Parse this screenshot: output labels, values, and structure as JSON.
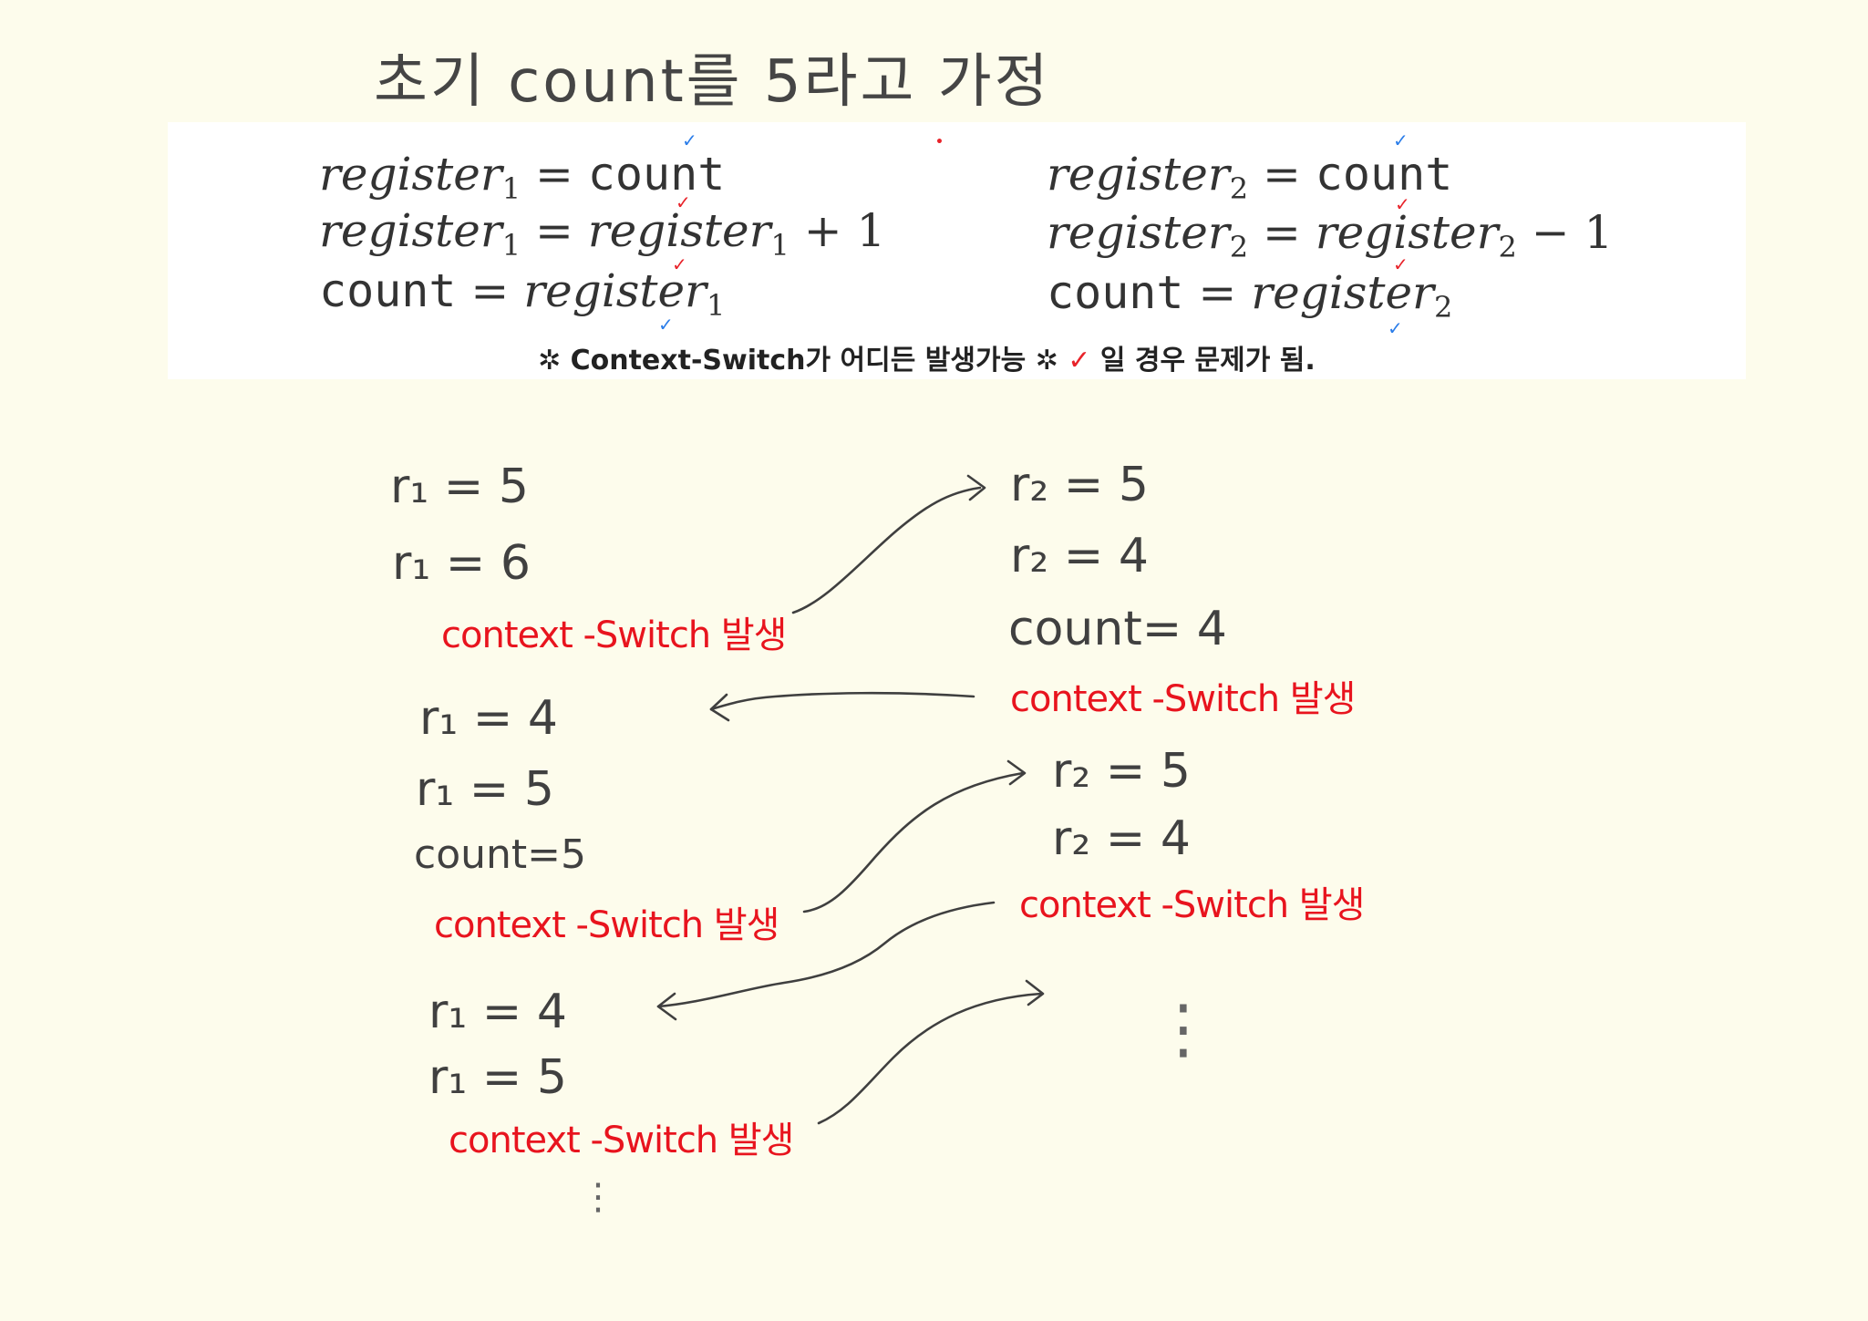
{
  "title": "초기 count를 5라고 가정",
  "code": {
    "left": [
      {
        "lhs": "register",
        "lhs_sub": "1",
        "op": " = ",
        "rhs_mono": "count",
        "rhs_i": "",
        "rhs_sub": "",
        "tail": ""
      },
      {
        "lhs": "register",
        "lhs_sub": "1",
        "op": " = ",
        "rhs_mono": "",
        "rhs_i": "register",
        "rhs_sub": "1",
        "tail": " + 1"
      },
      {
        "lhs_mono": "count",
        "op": " = ",
        "rhs_i": "register",
        "rhs_sub": "1",
        "tail": ""
      }
    ],
    "right": [
      {
        "lhs": "register",
        "lhs_sub": "2",
        "op": " = ",
        "rhs_mono": "count",
        "rhs_i": "",
        "rhs_sub": "",
        "tail": ""
      },
      {
        "lhs": "register",
        "lhs_sub": "2",
        "op": " = ",
        "rhs_mono": "",
        "rhs_i": "register",
        "rhs_sub": "2",
        "tail": " − 1"
      },
      {
        "lhs_mono": "count",
        "op": " = ",
        "rhs_i": "register",
        "rhs_sub": "2",
        "tail": ""
      }
    ]
  },
  "note": {
    "text_a": "✲ Context-Switch가 어디든 발생가능 ✲",
    "mark": "✓",
    "text_b": "일 경우 문제가 됨."
  },
  "process1": {
    "block1": [
      "r₁ = 5",
      "r₁ = 6"
    ],
    "block2": [
      "r₁ = 4",
      "r₁ = 5",
      "count=5"
    ],
    "block3": [
      "r₁ = 4",
      "r₁ = 5"
    ],
    "ellipsis": "⋮"
  },
  "process2": {
    "block1": [
      "r₂ = 5",
      "r₂ = 4",
      "count= 4"
    ],
    "block2": [
      "r₂ = 5",
      "r₂ = 4"
    ],
    "ellipsis": "⋮"
  },
  "context_switch_label": "context -Switch 발생",
  "colors": {
    "background": "#fdfcec",
    "ink": "#3c3c3c",
    "red": "#e8141e",
    "blue": "#2b7de9"
  }
}
